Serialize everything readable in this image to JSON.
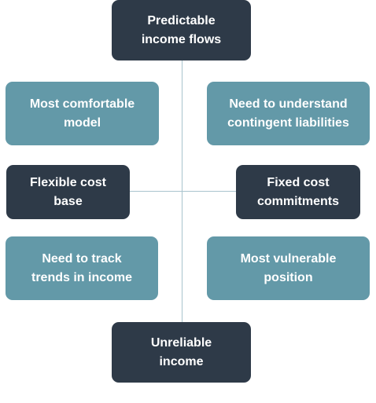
{
  "colors": {
    "dark_box": "#2e3a48",
    "teal_box": "#6399a8",
    "axis_line": "#a9c4cd",
    "text": "#ffffff"
  },
  "diagram": {
    "top": {
      "line1": "Predictable",
      "line2": "income flows"
    },
    "bottom": {
      "line1": "Unreliable",
      "line2": "income"
    },
    "left": {
      "line1": "Flexible cost",
      "line2": "base"
    },
    "right": {
      "line1": "Fixed cost",
      "line2": "commitments"
    },
    "top_left": {
      "line1": "Most comfortable",
      "line2": "model"
    },
    "top_right": {
      "line1": "Need to understand",
      "line2": "contingent liabilities"
    },
    "bottom_left": {
      "line1": "Need to track",
      "line2": "trends in income"
    },
    "bottom_right": {
      "line1": "Most vulnerable",
      "line2": "position"
    }
  }
}
